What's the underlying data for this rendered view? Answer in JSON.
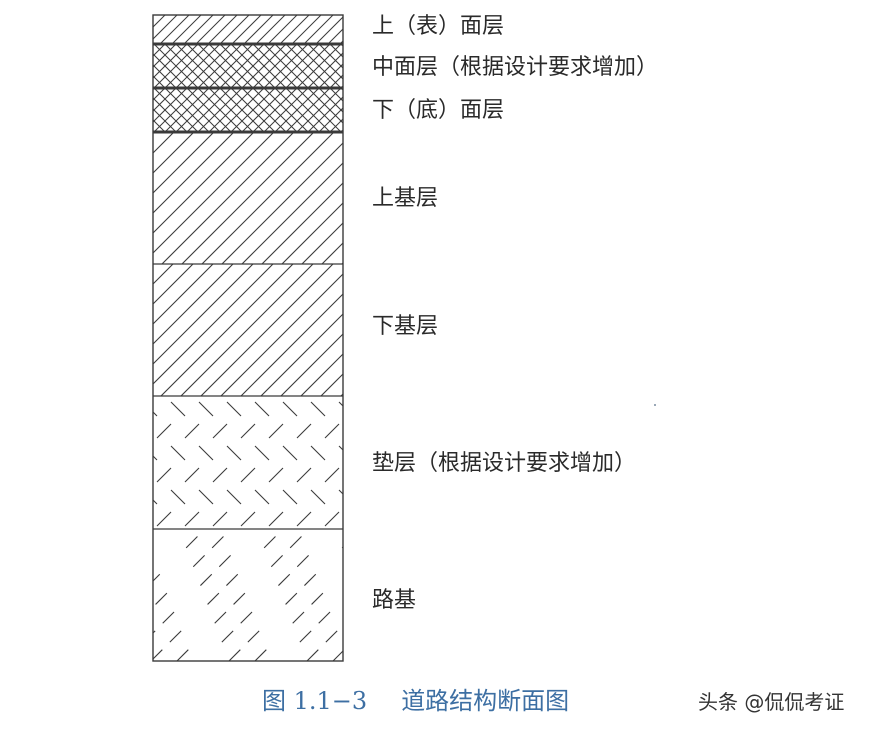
{
  "layers": [
    {
      "label": "上（表）面层",
      "pattern": "diag-fine"
    },
    {
      "label": "中面层（根据设计要求增加）",
      "pattern": "crosshatch"
    },
    {
      "label": "下（底）面层",
      "pattern": "crosshatch"
    },
    {
      "label": "上基层",
      "pattern": "diag-medium"
    },
    {
      "label": "下基层",
      "pattern": "diag-medium"
    },
    {
      "label": "垫层（根据设计要求增加）",
      "pattern": "herringbone"
    },
    {
      "label": "路基",
      "pattern": "dashed-diagonal"
    }
  ],
  "caption": {
    "number": "图 1.1−3",
    "title": "道路结构断面图"
  },
  "watermark": "头条 @侃侃考证",
  "colors": {
    "line": "#3a3a3a",
    "caption": "#3d6fa3"
  }
}
